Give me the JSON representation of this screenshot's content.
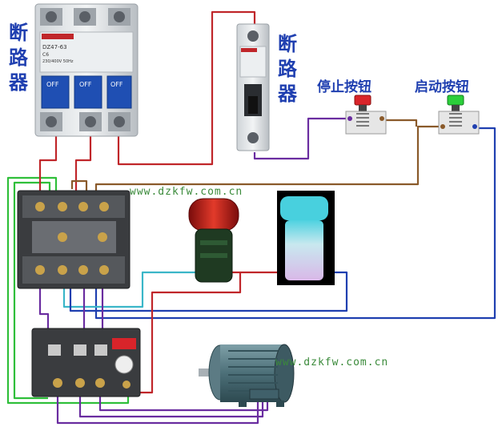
{
  "labels": {
    "breaker_left": "断路器",
    "breaker_right": "断路器",
    "stop_button": "停止按钮",
    "start_button": "启动按钮"
  },
  "watermarks": [
    "www.dzkfw.com.cn",
    "www.dzkfw.com.cn"
  ],
  "breaker3p": {
    "brand": "DZ47-63",
    "rating": "C6",
    "voltage": "230/400V 50Hz",
    "off_labels": [
      "OFF",
      "OFF",
      "OFF"
    ]
  },
  "colors": {
    "wire_red": "#c0262a",
    "wire_green": "#2fbf3a",
    "wire_purple": "#6a2da0",
    "wire_brown": "#8a5a2a",
    "wire_cyan": "#3ab6c8",
    "wire_blue": "#1f3fb0",
    "label_blue": "#1f3fb0"
  }
}
